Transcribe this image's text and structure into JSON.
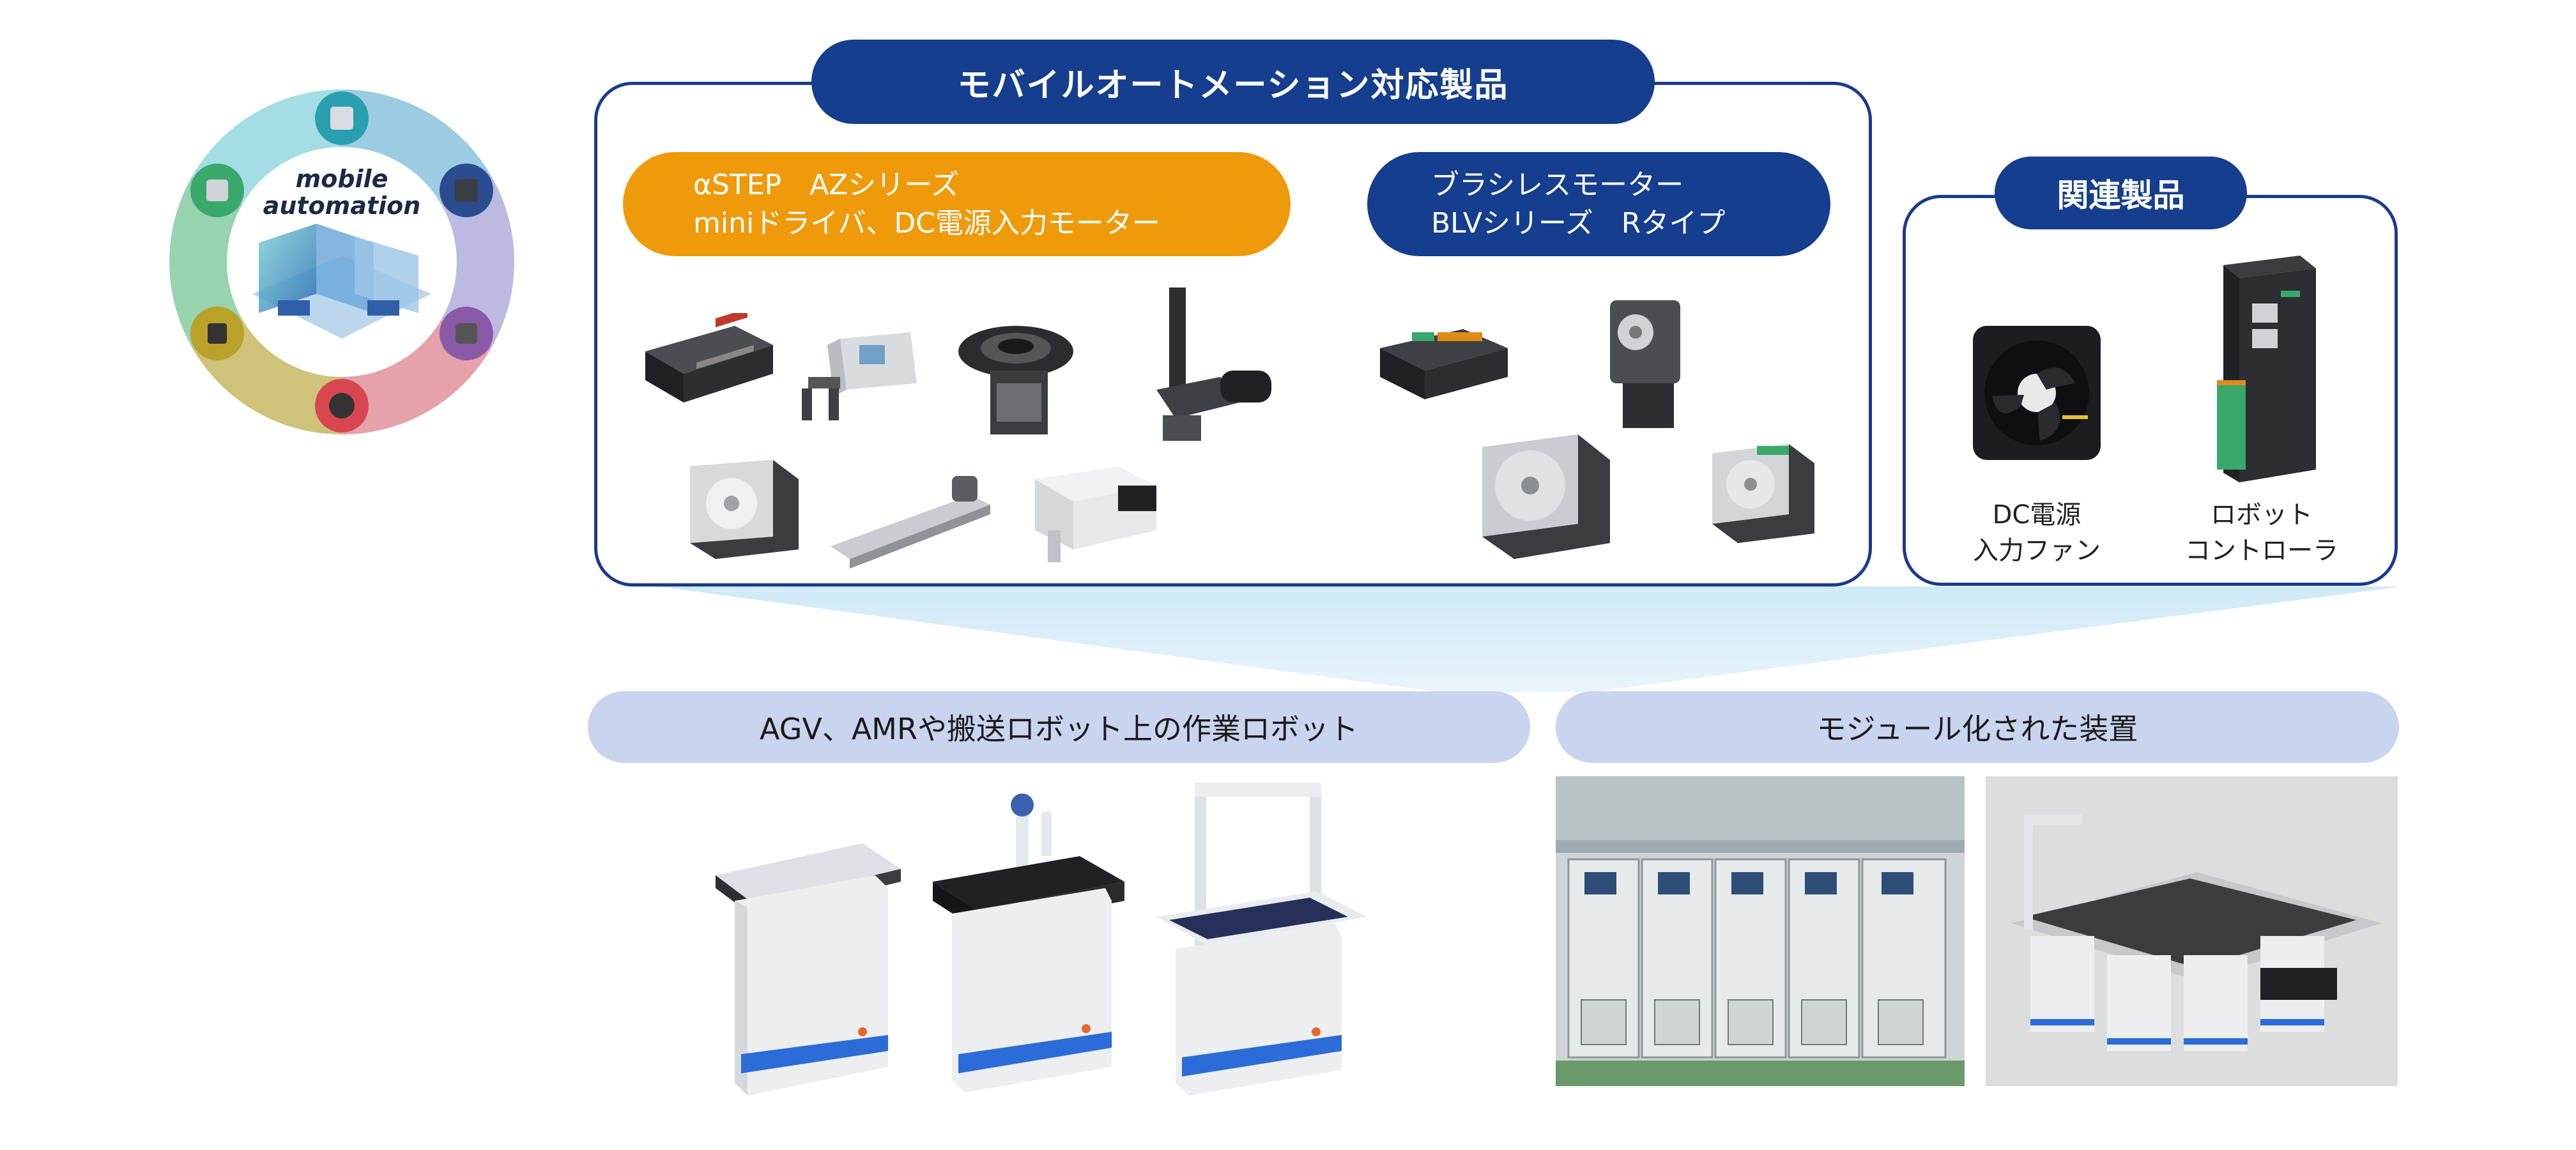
{
  "ring": {
    "label_line1": "mobile",
    "label_line2": "automation",
    "colors": [
      "#2a9fb0",
      "#2b4c8e",
      "#8a5aa8",
      "#d8464f",
      "#b9a12a",
      "#3aa86a"
    ]
  },
  "main_panel": {
    "title": "モバイルオートメーション対応製品",
    "az_series": {
      "line1": "αSTEP　AZシリーズ",
      "line2": "miniドライバ、DC電源入力モーター"
    },
    "blv_series": {
      "line1": "ブラシレスモーター",
      "line2": "BLVシリーズ　Rタイプ"
    }
  },
  "related_panel": {
    "title": "関連製品",
    "items": [
      {
        "line1": "DC電源",
        "line2": "入力ファン",
        "icon": "cooling-fan-icon"
      },
      {
        "line1": "ロボット",
        "line2": "コントローラ",
        "icon": "robot-controller-icon"
      }
    ]
  },
  "applications": {
    "agv_label": "AGV、AMRや搬送ロボット上の作業ロボット",
    "module_label": "モジュール化された装置"
  },
  "colors": {
    "navy": "#163e8e",
    "orange": "#ee9a0a",
    "light_blue": "#c9d4ef"
  }
}
